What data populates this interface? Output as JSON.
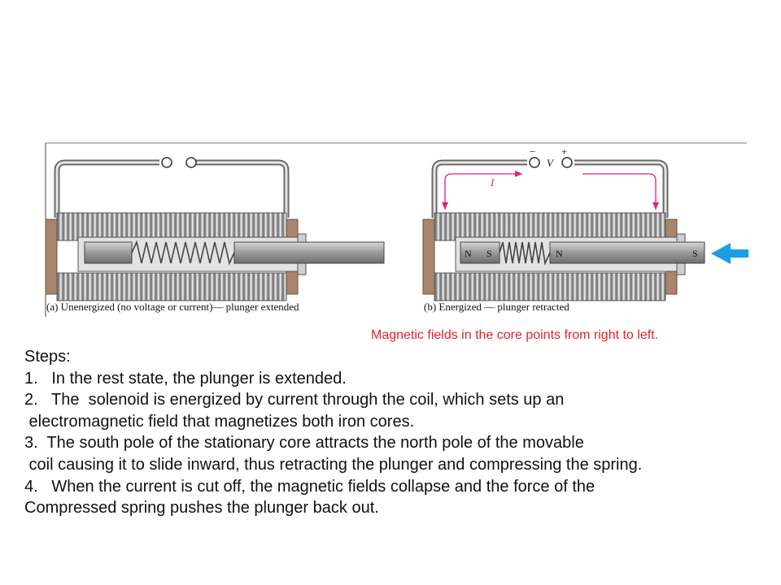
{
  "figure": {
    "caption_a": "(a) Unenergized (no voltage or current)— plunger extended",
    "caption_b": "(b) Energized — plunger retracted",
    "minus_sign": "−",
    "plus_sign": "+",
    "voltage_symbol": "V",
    "current_symbol": "I",
    "pole_n1": "N",
    "pole_s1": "S",
    "pole_n2": "N",
    "pole_s2": "S",
    "arrow_color": "#1a9ee6",
    "current_color": "#e0207a"
  },
  "note": "Magnetic fields in the core points from right to left.",
  "steps": {
    "heading": "Steps:",
    "lines": [
      "1.   In the rest state, the plunger is extended.",
      "2.   The  solenoid is energized by current through the coil, which sets up an",
      " electromagnetic field that magnetizes both iron cores.",
      "3.  The south pole of the stationary core attracts the north pole of the movable",
      " coil causing it to slide inward, thus retracting the plunger and compressing the spring.",
      "4.   When the current is cut off, the magnetic fields collapse and the force of the",
      "Compressed spring pushes the plunger back out."
    ]
  }
}
